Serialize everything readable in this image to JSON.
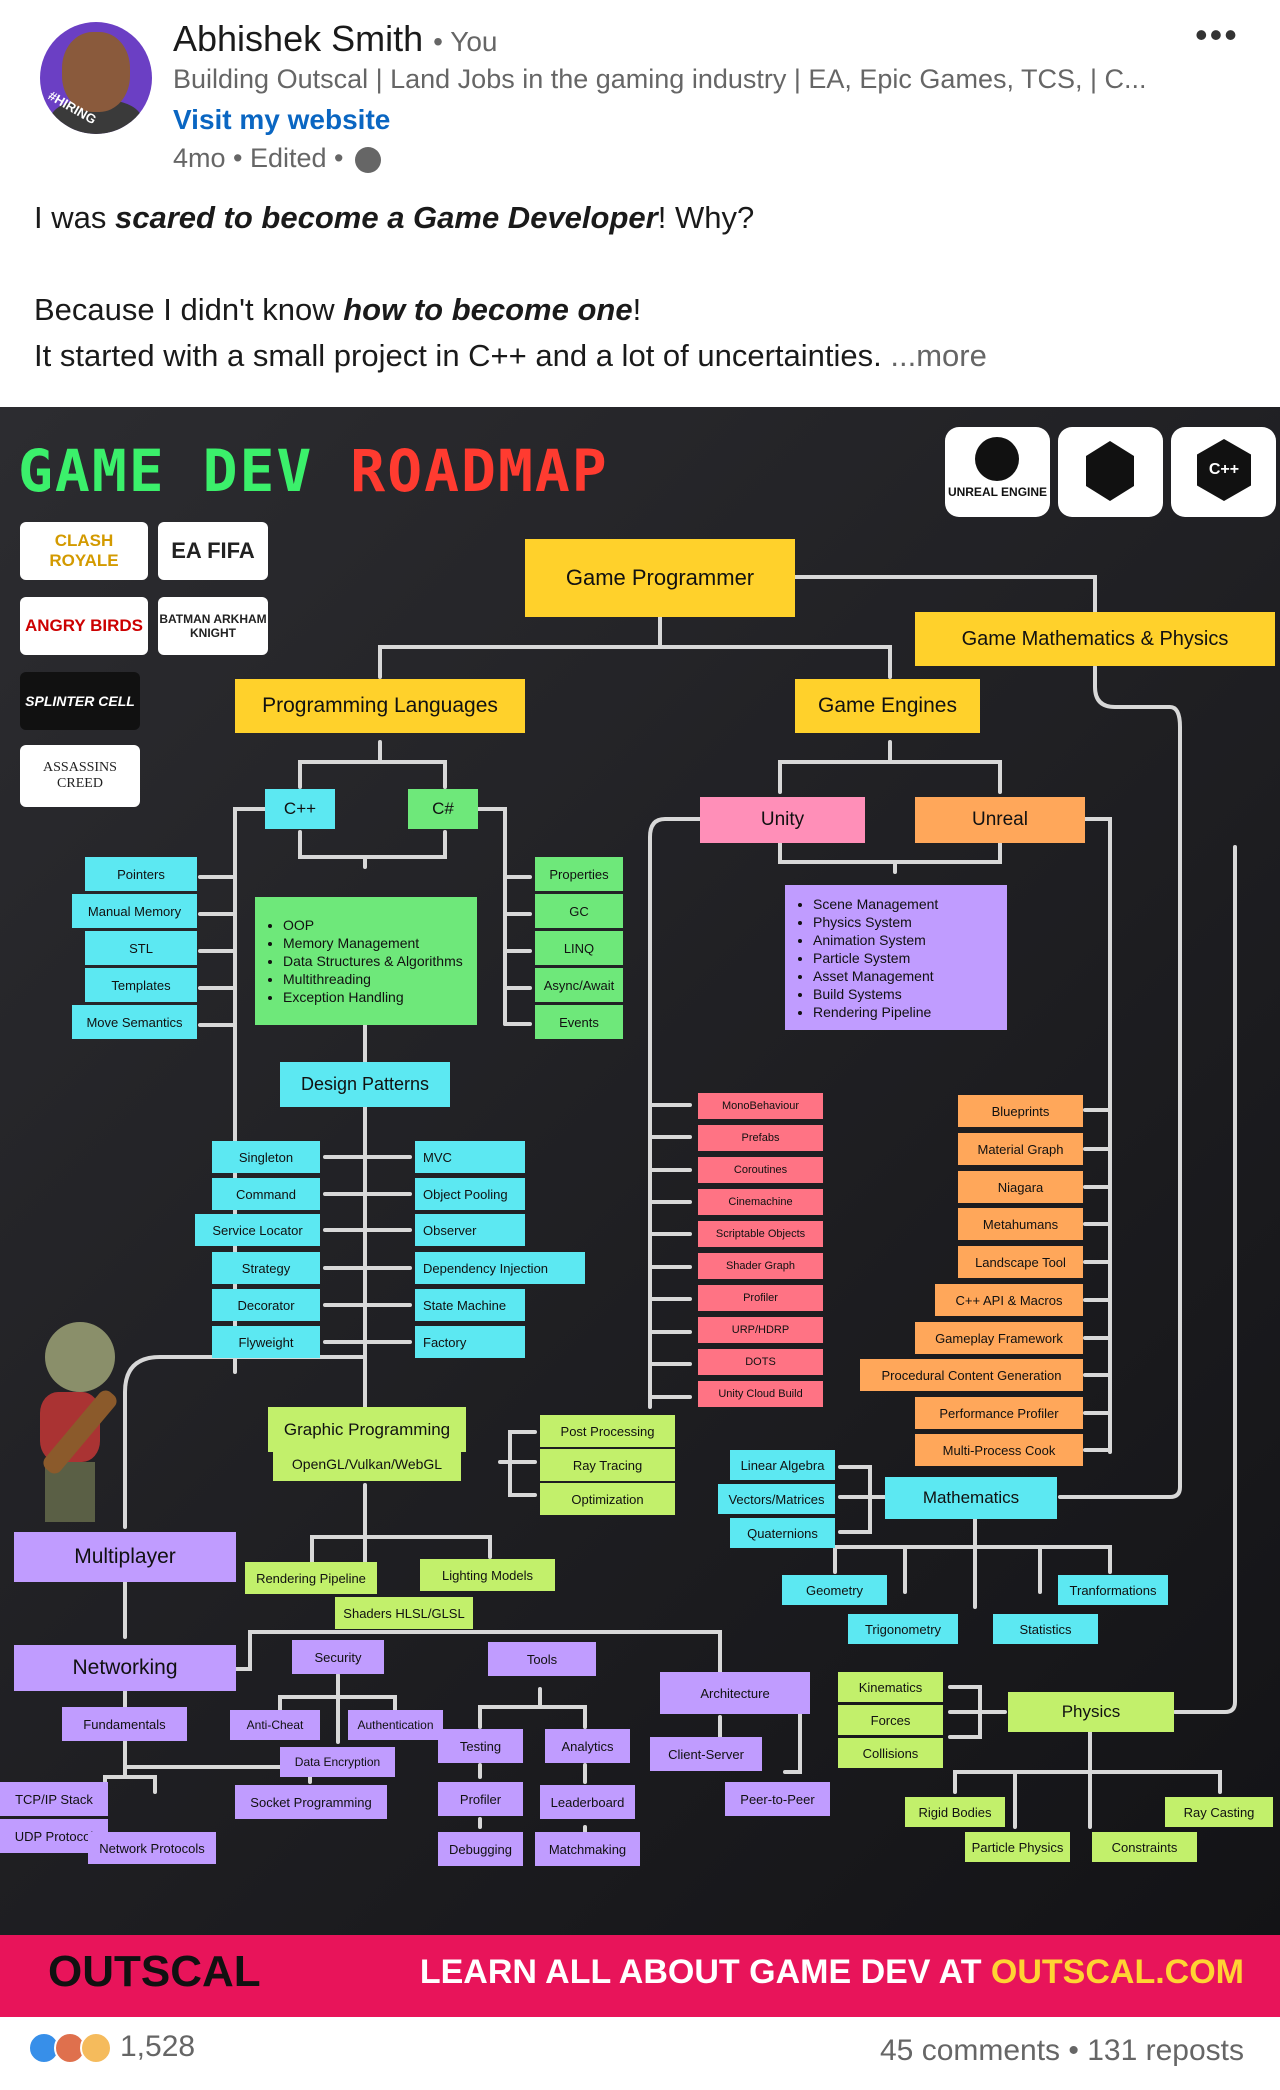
{
  "post": {
    "author": "Abhishek Smith",
    "you_label": "• You",
    "headline": "Building Outscal | Land Jobs in the gaming industry | EA, Epic Games, TCS, | C...",
    "website": "Visit my website",
    "meta": "4mo • Edited •",
    "avatar_badge": "#HIRING",
    "text_line1_a": "I was ",
    "text_line1_b": "scared to become a Game Developer",
    "text_line1_c": "! Why?",
    "text_line2_a": "Because I didn't know ",
    "text_line2_b": "how to become one",
    "text_line2_c": "!",
    "text_line3": "It started with a small project in C++ and a lot of uncertainties.",
    "more": "...more"
  },
  "roadmap": {
    "title_a": "GAME DEV",
    "title_b": "ROADMAP",
    "engine_logos": [
      "UNREAL ENGINE",
      "",
      "C++"
    ],
    "game_logos": [
      "CLASH ROYALE",
      "EA FIFA",
      "ANGRY BIRDS",
      "BATMAN ARKHAM KNIGHT",
      "SPLINTER CELL",
      "ASSASSINS CREED"
    ],
    "nodes": {
      "game_programmer": "Game Programmer",
      "game_math_physics": "Game Mathematics & Physics",
      "programming_languages": "Programming Languages",
      "game_engines": "Game Engines",
      "cpp": "C++",
      "csharp": "C#",
      "unity": "Unity",
      "unreal": "Unreal",
      "cpp_items": [
        "Pointers",
        "Manual Memory",
        "STL",
        "Templates",
        "Move Semantics"
      ],
      "csharp_items": [
        "Properties",
        "GC",
        "LINQ",
        "Async/Await",
        "Events"
      ],
      "core_items": [
        "OOP",
        "Memory Management",
        "Data Structures & Algorithms",
        "Multithreading",
        "Exception Handling"
      ],
      "engine_items": [
        "Scene Management",
        "Physics System",
        "Animation System",
        "Particle System",
        "Asset Management",
        "Build Systems",
        "Rendering Pipeline"
      ],
      "design_patterns": "Design Patterns",
      "patterns_left": [
        "Singleton",
        "Command",
        "Service Locator",
        "Strategy",
        "Decorator",
        "Flyweight"
      ],
      "patterns_right": [
        "MVC",
        "Object Pooling",
        "Observer",
        "Dependency Injection",
        "State Machine",
        "Factory"
      ],
      "unity_items": [
        "MonoBehaviour",
        "Prefabs",
        "Coroutines",
        "Cinemachine",
        "Scriptable Objects",
        "Shader Graph",
        "Profiler",
        "URP/HDRP",
        "DOTS",
        "Unity Cloud Build"
      ],
      "unreal_items": [
        "Blueprints",
        "Material Graph",
        "Niagara",
        "Metahumans",
        "Landscape Tool",
        "C++ API & Macros",
        "Gameplay Framework",
        "Procedural Content Generation",
        "Performance Profiler",
        "Multi-Process Cook"
      ],
      "graphic_programming": "Graphic Programming",
      "opengl": "OpenGL/Vulkan/WebGL",
      "graphics_right": [
        "Post Processing",
        "Ray Tracing",
        "Optimization"
      ],
      "rendering_pipeline": "Rendering Pipeline",
      "lighting_models": "Lighting Models",
      "shaders": "Shaders HLSL/GLSL",
      "multiplayer": "Multiplayer",
      "networking": "Networking",
      "fundamentals": "Fundamentals",
      "tcp": "TCP/IP Stack",
      "udp": "UDP Protocol",
      "network_protocols": "Network Protocols",
      "socket_programming": "Socket Programming",
      "security": "Security",
      "anti_cheat": "Anti-Cheat",
      "authentication": "Authentication",
      "data_encryption": "Data Encryption",
      "tools": "Tools",
      "testing": "Testing",
      "analytics": "Analytics",
      "profiler": "Profiler",
      "leaderboard": "Leaderboard",
      "debugging": "Debugging",
      "matchmaking": "Matchmaking",
      "architecture": "Architecture",
      "client_server": "Client-Server",
      "peer_to_peer": "Peer-to-Peer",
      "mathematics": "Mathematics",
      "math_left": [
        "Linear Algebra",
        "Vectors/Matrices",
        "Quaternions"
      ],
      "geometry": "Geometry",
      "trigonometry": "Trigonometry",
      "statistics": "Statistics",
      "transformations": "Tranformations",
      "physics": "Physics",
      "physics_left": [
        "Kinematics",
        "Forces",
        "Collisions"
      ],
      "rigid_bodies": "Rigid Bodies",
      "ray_casting": "Ray Casting",
      "particle_physics": "Particle Physics",
      "constraints": "Constraints"
    },
    "footer_logo": "OUTSCAL",
    "footer_text_a": "LEARN ALL ABOUT GAME DEV AT ",
    "footer_text_b": "OUTSCAL.COM"
  },
  "social": {
    "reactions_count": "1,528",
    "comments_reposts": "45 comments • 131 reposts"
  },
  "colors": {
    "link": "#0a66c2",
    "banner": "#e8145a",
    "title_green": "#3bf06b",
    "title_red": "#ff3b30"
  }
}
